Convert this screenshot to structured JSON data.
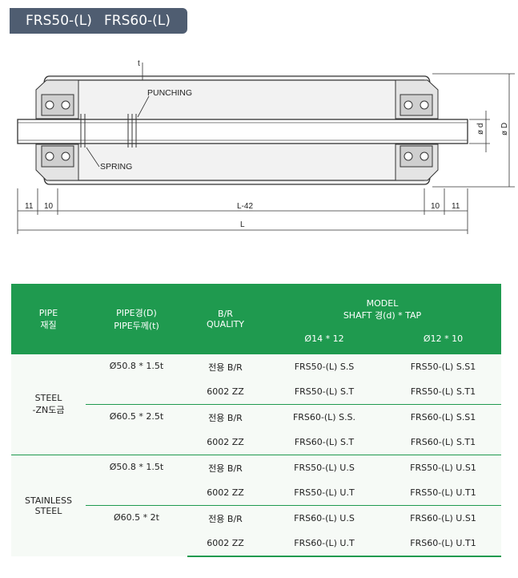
{
  "title": {
    "model_a": "FRS50-(L)",
    "model_b": "FRS60-(L)"
  },
  "drawing": {
    "labels": {
      "thickness": "t",
      "punching": "PUNCHING",
      "spring": "SPRING",
      "shaft_dia": "ø d",
      "outer_dia": "ø D"
    },
    "dims": {
      "left_11": "11",
      "left_10": "10",
      "inner": "L-42",
      "right_10": "10",
      "right_11": "11",
      "overall": "L"
    }
  },
  "table": {
    "headers": {
      "pipe_material": "PIPE\n재질",
      "pipe_spec": "PIPE경(D)\nPIPE두께(t)",
      "br_quality": "B/R\nQUALITY",
      "model": "MODEL\nSHAFT 경(d) * TAP",
      "col_14": "Ø14 * 12",
      "col_12": "Ø12 * 10"
    },
    "groups": [
      {
        "material": "STEEL\n-ZN도금",
        "subgroups": [
          {
            "pipe": "Ø50.8 * 1.5t",
            "rows": [
              {
                "br": "전용 B/R",
                "m14": "FRS50-(L) S.S",
                "m12": "FRS50-(L) S.S1"
              },
              {
                "br": "6002 ZZ",
                "m14": "FRS50-(L) S.T",
                "m12": "FRS50-(L) S.T1"
              }
            ]
          },
          {
            "pipe": "Ø60.5 * 2.5t",
            "rows": [
              {
                "br": "전용 B/R",
                "m14": "FRS60-(L) S.S.",
                "m12": "FRS60-(L) S.S1"
              },
              {
                "br": "6002 ZZ",
                "m14": "FRS60-(L) S.T",
                "m12": "FRS60-(L) S.T1"
              }
            ]
          }
        ]
      },
      {
        "material": "STAINLESS\nSTEEL",
        "subgroups": [
          {
            "pipe": "Ø50.8 * 1.5t",
            "rows": [
              {
                "br": "전용 B/R",
                "m14": "FRS50-(L) U.S",
                "m12": "FRS50-(L) U.S1"
              },
              {
                "br": "6002 ZZ",
                "m14": "FRS50-(L) U.T",
                "m12": "FRS50-(L) U.T1"
              }
            ]
          },
          {
            "pipe": "Ø60.5 * 2t",
            "rows": [
              {
                "br": "전용 B/R",
                "m14": "FRS60-(L) U.S",
                "m12": "FRS60-(L) U.S1"
              },
              {
                "br": "6002 ZZ",
                "m14": "FRS60-(L) U.T",
                "m12": "FRS60-(L) U.T1"
              }
            ]
          }
        ]
      }
    ]
  }
}
